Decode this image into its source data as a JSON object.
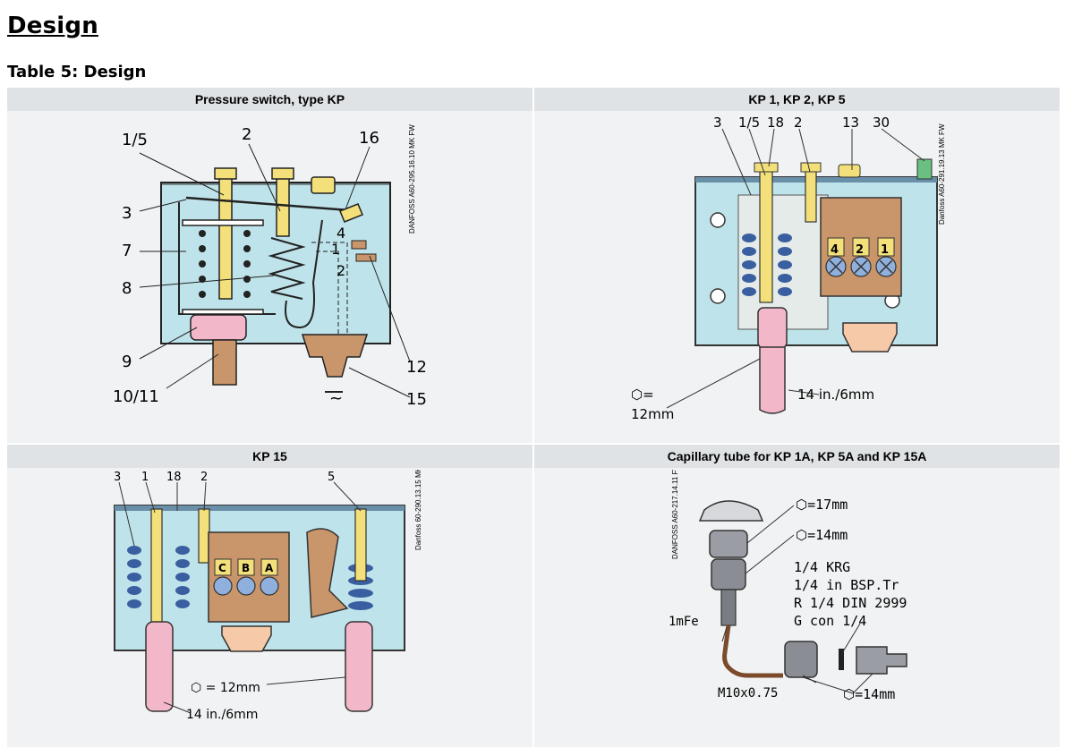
{
  "page": {
    "heading": "Design",
    "table_title": "Table 5: Design"
  },
  "panels": [
    {
      "title": "Pressure switch, type KP",
      "stamp": "DANFOSS A60-295.16.10 MK FW",
      "labels": [
        "1/5",
        "2",
        "16",
        "3",
        "7",
        "8",
        "4",
        "1",
        "2",
        "9",
        "10/11",
        "12",
        "15"
      ]
    },
    {
      "title": "KP 1, KP 2, KP 5",
      "stamp": "Danfoss A60-291.19.13 MK FW",
      "labels": [
        "3",
        "1/5",
        "18",
        "2",
        "13",
        "30",
        "4",
        "2",
        "1",
        "⬡=",
        "12mm",
        "14 in./6mm"
      ]
    },
    {
      "title": "KP 15",
      "stamp": "Danfoss 60-290.13.15 MK",
      "labels": [
        "3",
        "1",
        "18",
        "2",
        "5",
        "C",
        "B",
        "A",
        "⬡ = 12mm",
        "14 in./6mm"
      ]
    },
    {
      "title": "Capillary tube for KP 1A, KP 5A and KP 15A",
      "stamp": "DANFOSS A60-217.14.11 FW",
      "labels": [
        "⬡=17mm",
        "⬡=14mm",
        "1/4 KRG",
        "1/4 in BSP.Tr",
        "R 1/4 DIN 2999",
        "G con 1/4",
        "1mFe",
        "M10x0.75",
        "⬡=14mm"
      ]
    }
  ],
  "colors": {
    "housing": "#bfe3ea",
    "brass": "#f3e07a",
    "spring": "#3a5fa0",
    "bellows_pink": "#f2b8c9",
    "bronze": "#c9956b",
    "terminal_blue": "#8fb0dc"
  }
}
